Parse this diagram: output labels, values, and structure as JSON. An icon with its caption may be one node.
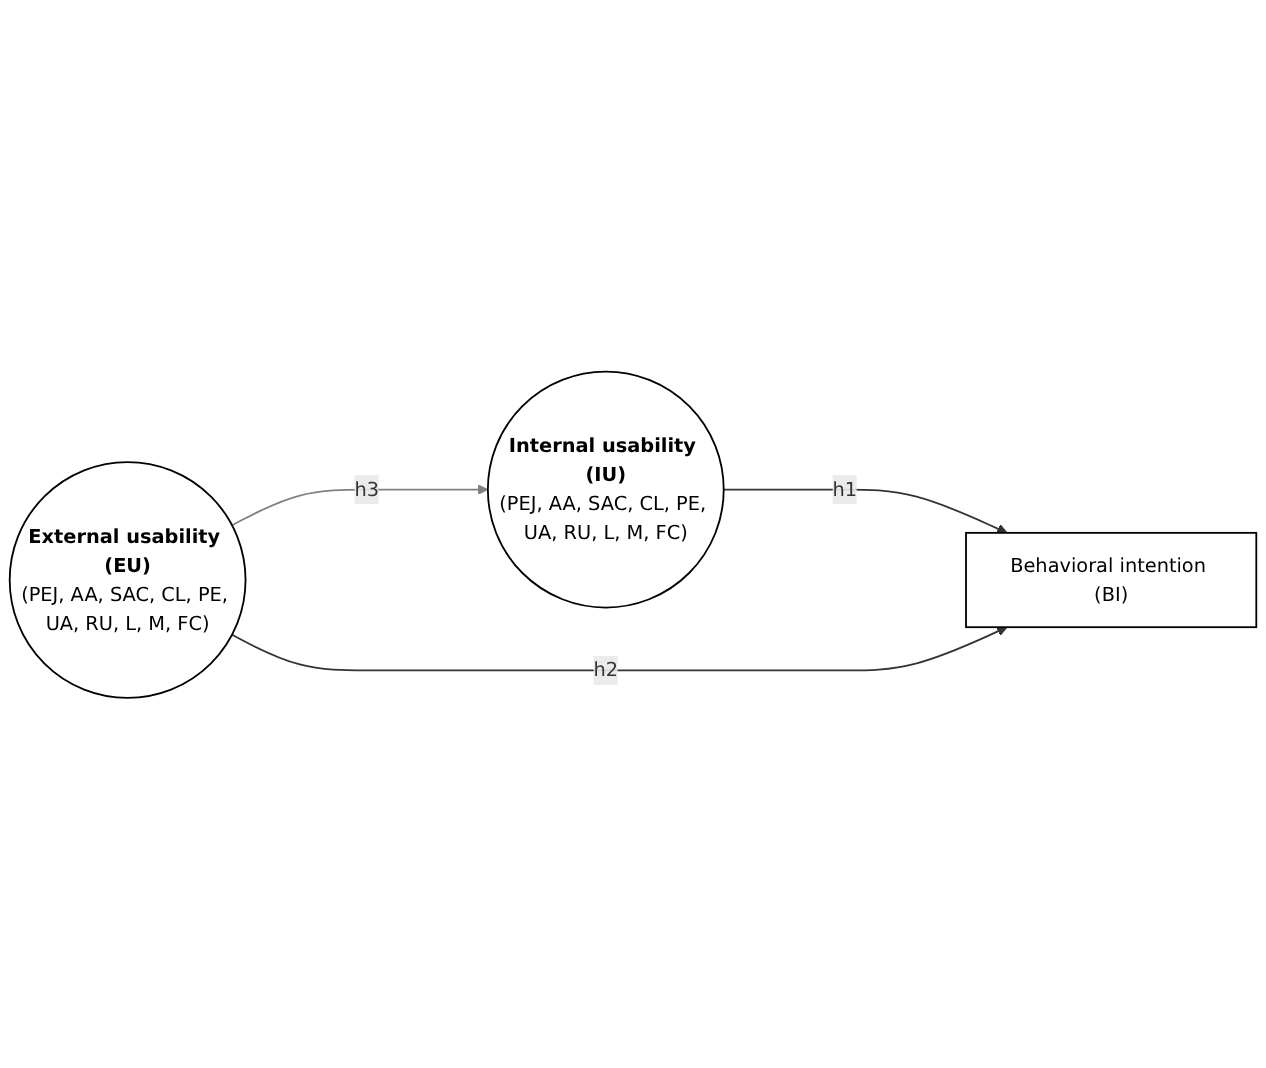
{
  "diagram": {
    "nodes": [
      {
        "text": [
          "Internal usability (IU)",
          "(PEJ, AA, SAC, CL, PE, UA, RU, L, M, FC)"
        ]
      },
      {
        "text": [
          "Behavioral intention (BI)"
        ]
      },
      {
        "text": [
          "External usability (EU)",
          "(PEJ, AA, SAC, CL, PE, UA, RU, L, M, FC)"
        ]
      }
    ],
    "edges": [
      {
        "from": 0,
        "to": 1,
        "arrow": "to",
        "label": "h1"
      },
      {
        "from": 2,
        "to": 1,
        "arrow": "to",
        "label": "h2"
      },
      {
        "from": 2,
        "to": 0,
        "arrow": "to",
        "label": "h3",
        "color": "#808080"
      }
    ]
  }
}
